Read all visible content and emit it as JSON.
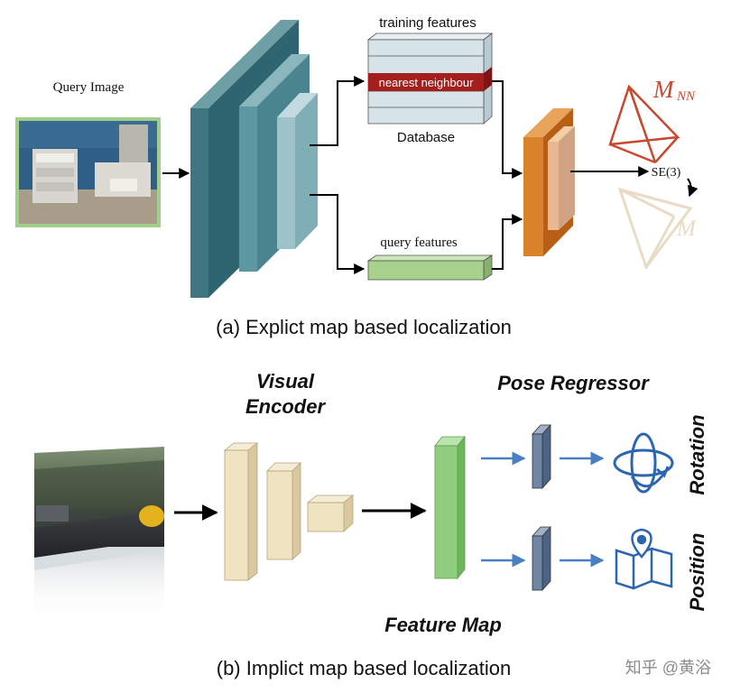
{
  "part_a": {
    "query_image_label": "Query Image",
    "training_features_label": "training features",
    "nearest_neighbour_label": "nearest neighbour",
    "database_label": "Database",
    "query_features_label": "query features",
    "pose_label_top": "M",
    "pose_label_top_sub": "NN",
    "transform_label": "SE(3)",
    "pose_label_bottom": "M",
    "caption": "(a) Explict map based localization"
  },
  "part_b": {
    "visual_encoder_line1": "Visual",
    "visual_encoder_line2": "Encoder",
    "pose_regressor_label": "Pose Regressor",
    "feature_map_label": "Feature Map",
    "rotation_label": "Rotation",
    "position_label": "Position",
    "caption": "(b) Implict map based localization"
  },
  "watermark": "知乎 @黄浴",
  "icons": [
    "query-photo",
    "road-photo",
    "rotation-icon",
    "map-pin-icon"
  ],
  "colors": {
    "teal_dark": "#3f7681",
    "teal_mid": "#5d97a2",
    "teal_light": "#9dc3c9",
    "db_fill": "#d6e4ea",
    "nearest_red": "#a51e1e",
    "query_green": "#a9d18e",
    "orange": "#d9822b",
    "beige": "#efe3c2",
    "green_feature": "#8fce7e",
    "slate_blue": "#6f86a6",
    "arrow_blue": "#4a7fc1",
    "icon_blue": "#2d66b0",
    "pose_red": "#c8492f"
  }
}
